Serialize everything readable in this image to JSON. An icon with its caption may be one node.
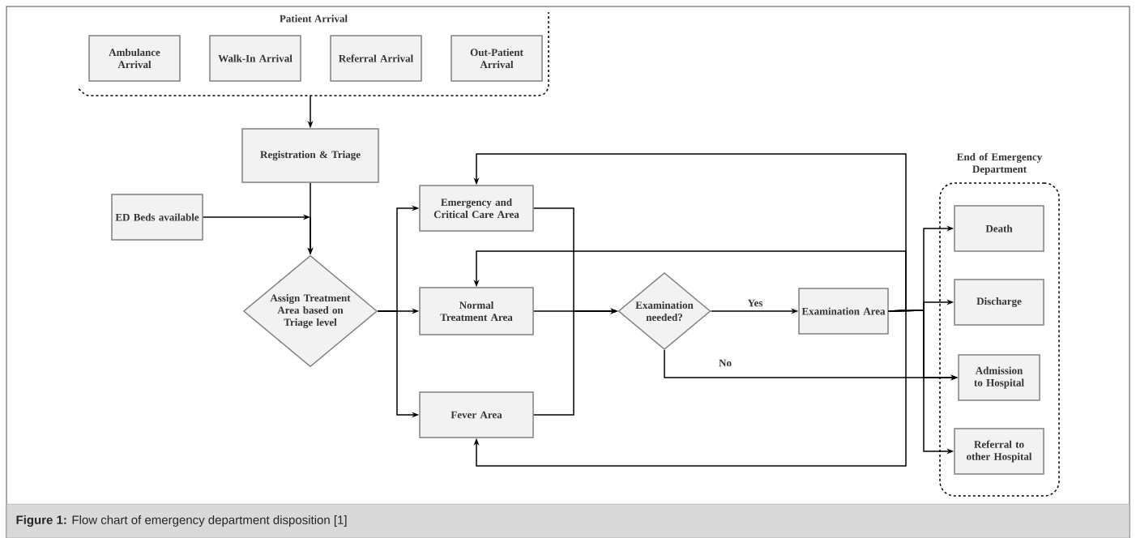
{
  "diagram": {
    "caption": "**Figure 1:** Flow chart of emergency department disposition [1]",
    "nodes": [
      {
        "text": [
          "Patient Arrival"
        ]
      },
      {
        "text": [
          "Ambulance Arrival"
        ],
        "in": 0
      },
      {
        "text": [
          "Walk-In Arrival"
        ],
        "in": 0
      },
      {
        "text": [
          "Referral Arrival"
        ],
        "in": 0
      },
      {
        "text": [
          "Out-Patient Arrival"
        ],
        "in": 0
      },
      {
        "text": [
          "Registration & Triage"
        ]
      },
      {
        "text": [
          "ED Beds available"
        ]
      },
      {
        "text": [
          "Assign Treatment Area based on Triage level"
        ]
      },
      {
        "text": [
          "Emergency and Critical Care Area"
        ]
      },
      {
        "text": [
          "Normal Treatment Area"
        ]
      },
      {
        "text": [
          "Fever Area"
        ]
      },
      {
        "text": [
          "Examination needed?"
        ]
      },
      {
        "text": [
          "Examination Area"
        ]
      },
      {
        "text": [
          "End of Emergency Department"
        ]
      },
      {
        "text": [
          "Death"
        ],
        "in": 13
      },
      {
        "text": [
          "Discharge"
        ],
        "in": 13
      },
      {
        "text": [
          "Admission to Hospital"
        ],
        "in": 13
      },
      {
        "text": [
          "Referral to other Hospital"
        ],
        "in": 13
      }
    ],
    "edges": [
      {
        "from": 0,
        "to": 5,
        "arrow": "to"
      },
      {
        "from": 5,
        "to": 7,
        "arrow": "to"
      },
      {
        "from": 6,
        "to": 7,
        "arrow": "to"
      },
      {
        "from": 7,
        "to": 8,
        "arrow": "to"
      },
      {
        "from": 7,
        "to": 9,
        "arrow": "to"
      },
      {
        "from": 7,
        "to": 10,
        "arrow": "to"
      },
      {
        "from": 8,
        "to": 11,
        "arrow": "to"
      },
      {
        "from": 9,
        "to": 11,
        "arrow": "to"
      },
      {
        "from": 10,
        "to": 11,
        "arrow": "to"
      },
      {
        "from": 11,
        "to": 12,
        "label": "Yes",
        "arrow": "to"
      },
      {
        "from": 11,
        "to": 16,
        "label": "No",
        "arrow": "to"
      },
      {
        "from": 12,
        "to": 14,
        "arrow": "to"
      },
      {
        "from": 12,
        "to": 15,
        "arrow": "to"
      },
      {
        "from": 12,
        "to": 16,
        "arrow": "to"
      },
      {
        "from": 12,
        "to": 17,
        "arrow": "to"
      },
      {
        "from": 12,
        "to": 8,
        "arrow": "to"
      },
      {
        "from": 12,
        "to": 9,
        "arrow": "to"
      },
      {
        "from": 12,
        "to": 10,
        "arrow": "to"
      }
    ]
  }
}
